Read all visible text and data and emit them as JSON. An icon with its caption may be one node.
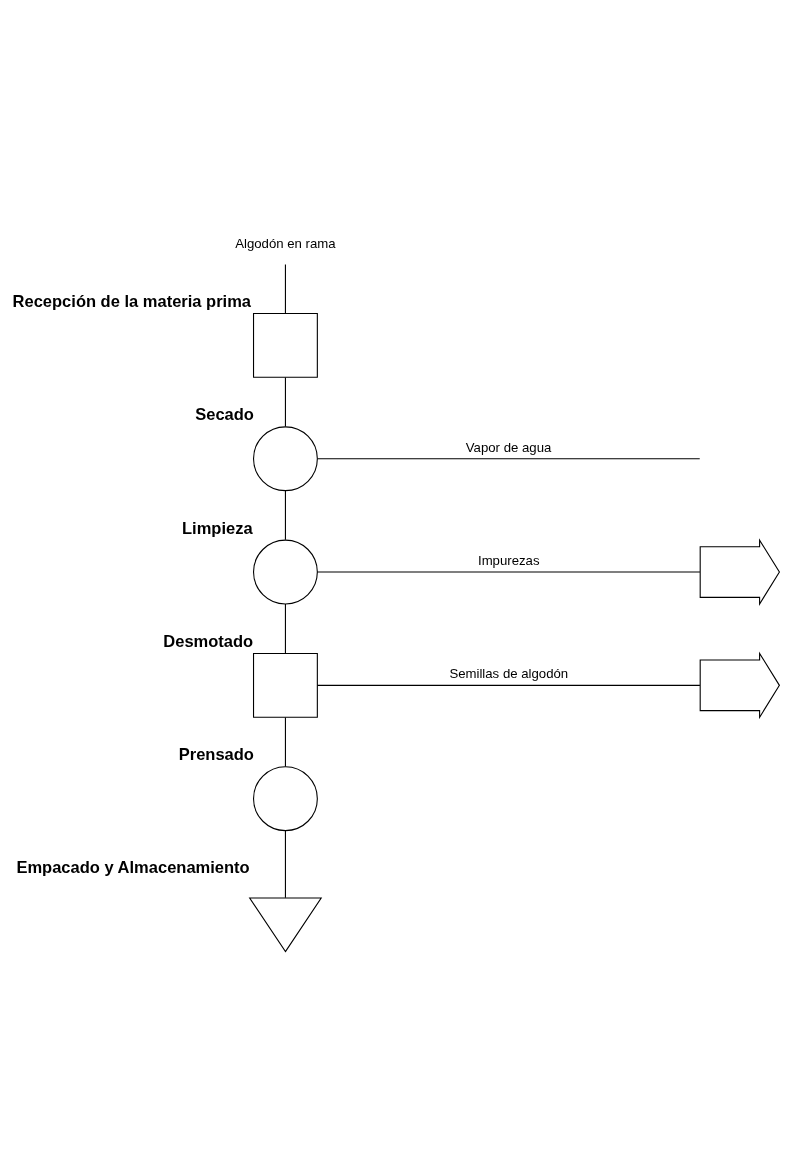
{
  "diagram": {
    "nodes": [
      {
        "text": [
          "Algodón en rama"
        ]
      },
      {
        "text": [],
        "shape": "box",
        "beside": [
          "Recepción de la materia prima"
        ]
      },
      {
        "text": [],
        "shape": "circle",
        "beside": [
          "Secado"
        ]
      },
      {
        "text": [],
        "shape": "circle",
        "beside": [
          "Limpieza"
        ]
      },
      {
        "text": [],
        "shape": "arrow"
      },
      {
        "text": [],
        "shape": "box",
        "beside": [
          "Desmotado"
        ]
      },
      {
        "text": [],
        "shape": "arrow"
      },
      {
        "text": [],
        "shape": "circle",
        "beside": [
          "Prensado"
        ]
      },
      {
        "text": [],
        "shape": "triangle",
        "beside": [
          "Empacado y Almacenamiento"
        ]
      }
    ],
    "edges": [
      {
        "from": 0,
        "to": 1,
        "arrow": "none"
      },
      {
        "from": 1,
        "to": 2,
        "arrow": "none"
      },
      {
        "from": 2,
        "to": null,
        "arrow": "none",
        "label": "Vapor de agua"
      },
      {
        "from": 2,
        "to": 3,
        "arrow": "none"
      },
      {
        "from": 3,
        "to": 4,
        "arrow": "none",
        "label": "Impurezas"
      },
      {
        "from": 3,
        "to": 5,
        "arrow": "none"
      },
      {
        "from": 5,
        "to": 6,
        "arrow": "none",
        "label": "Semillas de algodón"
      },
      {
        "from": 5,
        "to": 7,
        "arrow": "none"
      },
      {
        "from": 7,
        "to": 8,
        "arrow": "none"
      }
    ]
  }
}
